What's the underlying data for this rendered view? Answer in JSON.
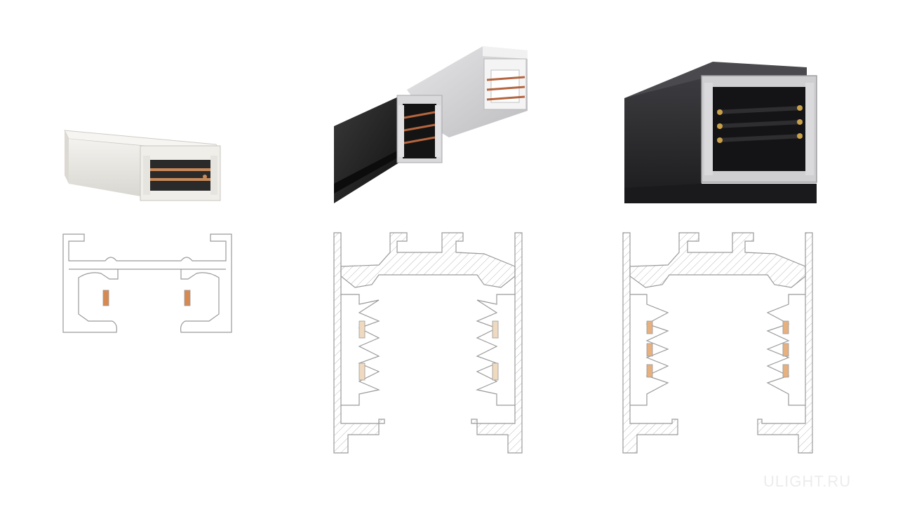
{
  "watermark": {
    "text": "ULIGHT.RU"
  },
  "products": [
    {
      "name": "single-phase-track-white",
      "body_color": "#e9e7e2",
      "conductor_color": "#c98a5a",
      "contact_count_per_side": 1
    },
    {
      "name": "three-phase-track-black-white",
      "body_colors": [
        "#1f1f1f",
        "#d8d8da"
      ],
      "conductor_color": "#b5653f",
      "contact_count_per_side": 2
    },
    {
      "name": "three-phase-track-black",
      "body_color": "#2b2b2d",
      "conductor_color": "#c9a14a",
      "contact_count_per_side": 3
    }
  ],
  "colors": {
    "drawing_line": "#9a9a9a",
    "contact_copper": "#d68a52",
    "contact_light": "#efd9bf"
  }
}
